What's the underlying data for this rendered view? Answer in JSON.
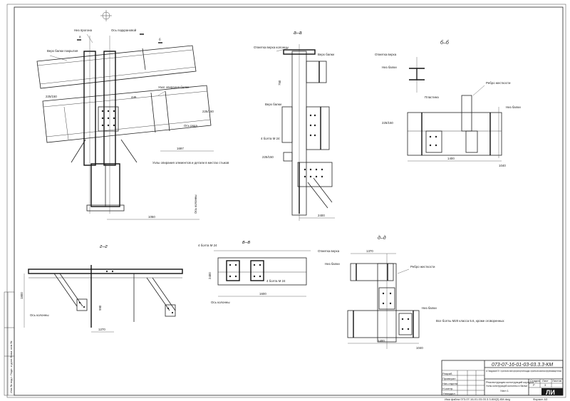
{
  "sections": {
    "a": "а–а",
    "b": "б–б",
    "v": "в–в",
    "g": "г–г",
    "d": "д–д"
  },
  "plan": {
    "mark_a": "а",
    "mark_b": "б",
    "dim_1050": "1050",
    "dim_1697": "1697",
    "dim_445": "445",
    "dim_225": "225/150",
    "lbl_beam_left": "Верх балки покрытия",
    "lbl_beam_top": "Низ прогона",
    "lbl_axis": "Ось подкрановой",
    "lbl_knee": "Узел опирания балки",
    "lbl_edge": "Ось ряда",
    "lbl_col": "Ось колонны",
    "lbl_note": "Узлы опирания элементов и детали в местах стыков"
  },
  "sec_a": {
    "lbl_top": "Отметка верха колонны",
    "lbl_beam": "Верх балки",
    "lbl_bolts": "4 болта М 24",
    "dim_2400": "2400",
    "dim_225": "225/150",
    "dim_750": "750"
  },
  "sec_b": {
    "lbl_top": "Отметка верха",
    "lbl_beam": "Низ балки",
    "lbl_plate": "Пластина",
    "lbl_stiff": "Ребро жесткости",
    "dim_1400": "1400",
    "dim_1040": "1040",
    "dim_225": "225/150"
  },
  "sec_v": {
    "lbl_bolts1": "4 болта М 24",
    "lbl_bolts2": "4 болта М 24",
    "lbl_axis": "Ось колонны",
    "dim_2400": "2400",
    "dim_1600": "1600"
  },
  "sec_g": {
    "lbl_axis": "Ось колонны",
    "dim_1800": "1800",
    "dim_1270": "1270",
    "dim_990": "990"
  },
  "sec_d": {
    "lbl_top": "Отметка верха",
    "lbl_beam": "Низ балки",
    "lbl_stiff": "Ребро жесткости",
    "dim_1370": "1370",
    "dim_1400": "1400",
    "dim_1040": "1040"
  },
  "note": "Все болты М20 класса 5.6, кроме оговоренных",
  "stamp": {
    "code": "073-07-16-01-03-03.3.3-КМ",
    "desc": "АО \"Заводуковский ГОК\". Строительство новой горнотранспортной площадки и строительство комплекса перерабатывающей техники",
    "part": "Реконструкция конструкций корпуса",
    "sheet_title": "Узел 1",
    "drawing": "Узлы конструкций колонны и балки",
    "stage_head": "Стадия",
    "stage": "Р",
    "sheet_head": "Лист",
    "sheet_no": "3",
    "sheets_head": "Листов",
    "rows": [
      "Разраб.",
      "Проверил",
      "Нач.отдела",
      "Н.контр.",
      "Утвердил"
    ],
    "logo": "ЛИ",
    "format": "Формат А3",
    "bottom": "Имя файла 073-07-16-01-03-03.3.3-КМ(3)-КМ.dwg",
    "side": "Инв.№ подл.   Подп. и дата   Взам. инв.№"
  }
}
